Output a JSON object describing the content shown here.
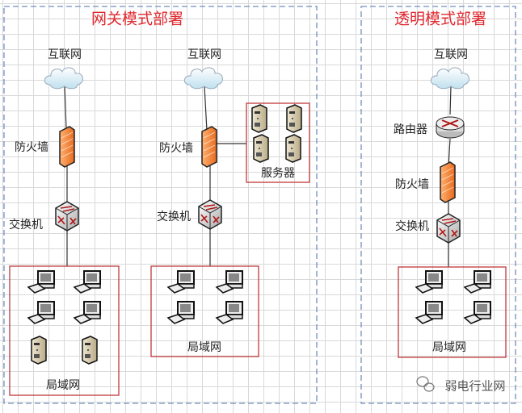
{
  "sections": [
    {
      "title": "网关模式部署"
    },
    {
      "title": "透明模式部署"
    }
  ],
  "labels": {
    "internet": "互联网",
    "firewall": "防火墙",
    "switch": "交换机",
    "router": "路由器",
    "servers": "服务器",
    "lan": "局域网"
  },
  "watermark": "弱电行业网",
  "colors": {
    "title": "#e0282e",
    "box": "#c0393b",
    "dashed": "#6f8fbf",
    "firewall": "#f08a3c"
  }
}
